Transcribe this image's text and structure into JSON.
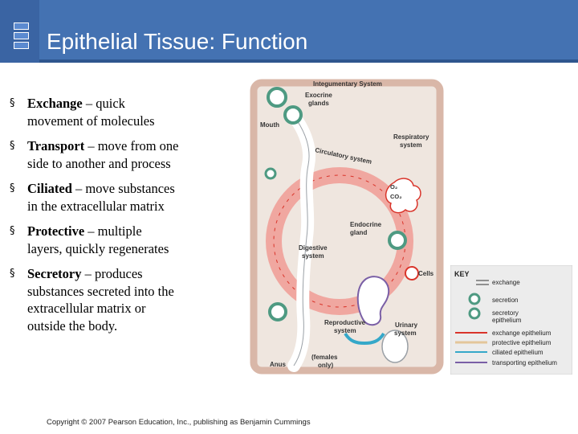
{
  "title": "Epithelial Tissue: Function",
  "bullets": [
    {
      "term": "Exchange",
      "line1_rest": " – quick",
      "line2": "movement of molecules"
    },
    {
      "term": "Transport",
      "line1_rest": " – move from one",
      "line2": "side to another and process"
    },
    {
      "term": "Ciliated",
      "line1_rest": " – move substances",
      "line2": "in the extracellular matrix"
    },
    {
      "term": "Protective",
      "line1_rest": " – multiple",
      "line2": "layers, quickly regenerates"
    },
    {
      "term": "Secretory",
      "line1_rest": " –  produces",
      "line2": "substances secreted into the",
      "line3": "extracellular matrix or",
      "line4": "outside the body."
    }
  ],
  "bullet_symbol": "§",
  "diagram": {
    "integumentary": "Integumentary System",
    "exocrine_1": "Exocrine",
    "exocrine_2": "glands",
    "mouth": "Mouth",
    "respiratory_1": "Respiratory",
    "respiratory_2": "system",
    "circulatory": "Circulatory system",
    "o2": "O₂",
    "co2": "CO₂",
    "endocrine_1": "Endocrine",
    "endocrine_2": "gland",
    "digestive_1": "Digestive",
    "digestive_2": "system",
    "cells": "Cells",
    "reproductive_1": "Reproductive",
    "reproductive_2": "system",
    "urinary_1": "Urinary",
    "urinary_2": "system",
    "anus": "Anus",
    "females_1": "(females",
    "females_2": "only)"
  },
  "key": {
    "heading": "KEY",
    "exchange": "exchange",
    "secretion": "secretion",
    "secretory_1": "secretory",
    "secretory_2": "epithelium",
    "exchange_epithelium": "exchange epithelium",
    "protective_epithelium": "protective epithelium",
    "ciliated_epithelium": "ciliated epithelium",
    "transporting_epithelium": "transporting epithelium"
  },
  "colors": {
    "header": "#4472b2",
    "body_wall": "#d9b7a8",
    "circulation": "#f0a7a0",
    "exchange_line": "#d9342a",
    "protective_line": "#e3c69a",
    "ciliated_line": "#35a8c9",
    "transporting_line": "#7a5fa6",
    "gland_teal": "#4e9a82"
  },
  "copyright": "Copyright © 2007 Pearson Education, Inc., publishing as Benjamin Cummings"
}
